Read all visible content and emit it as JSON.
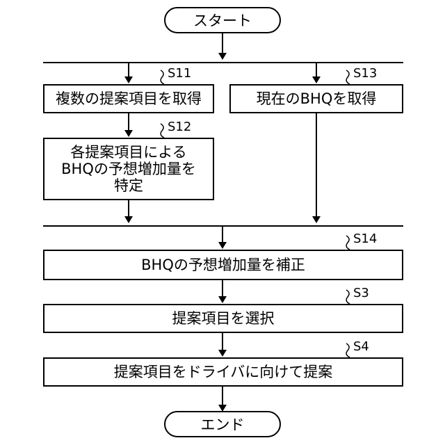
{
  "start": "スタート",
  "end": "エンド",
  "steps": {
    "s11": {
      "id": "S11",
      "text": "複数の提案項目を取得"
    },
    "s12": {
      "id": "S12",
      "lines": [
        "各提案項目による",
        "BHQの予想増加量を",
        "特定"
      ]
    },
    "s13": {
      "id": "S13",
      "text": "現在のBHQを取得"
    },
    "s14": {
      "id": "S14",
      "text": "BHQの予想増加量を補正"
    },
    "s3": {
      "id": "S3",
      "text": "提案項目を選択"
    },
    "s4": {
      "id": "S4",
      "text": "提案項目をドライバに向けて提案"
    }
  }
}
